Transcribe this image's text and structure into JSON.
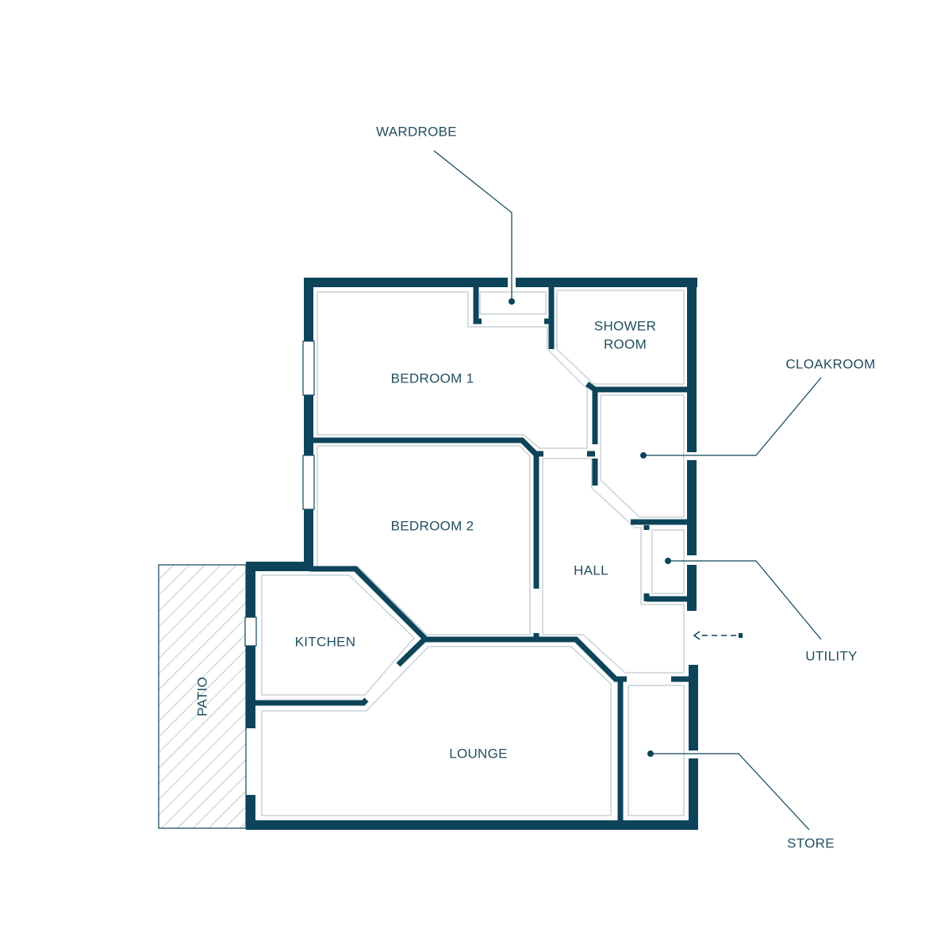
{
  "colors": {
    "wall": "#0d4459",
    "inner_line": "#c8d2d6",
    "label": "#1f4e60",
    "hatch": "#7a9aa6"
  },
  "rooms": {
    "bedroom1": "BEDROOM 1",
    "bedroom2": "BEDROOM 2",
    "shower_line1": "SHOWER",
    "shower_line2": "ROOM",
    "hall": "HALL",
    "kitchen": "KITCHEN",
    "lounge": "LOUNGE",
    "patio": "PATIO"
  },
  "callouts": {
    "wardrobe": "WARDROBE",
    "cloakroom": "CLOAKROOM",
    "utility": "UTILITY",
    "store": "STORE"
  },
  "icons": {
    "entrance": "entrance-arrow-icon"
  }
}
